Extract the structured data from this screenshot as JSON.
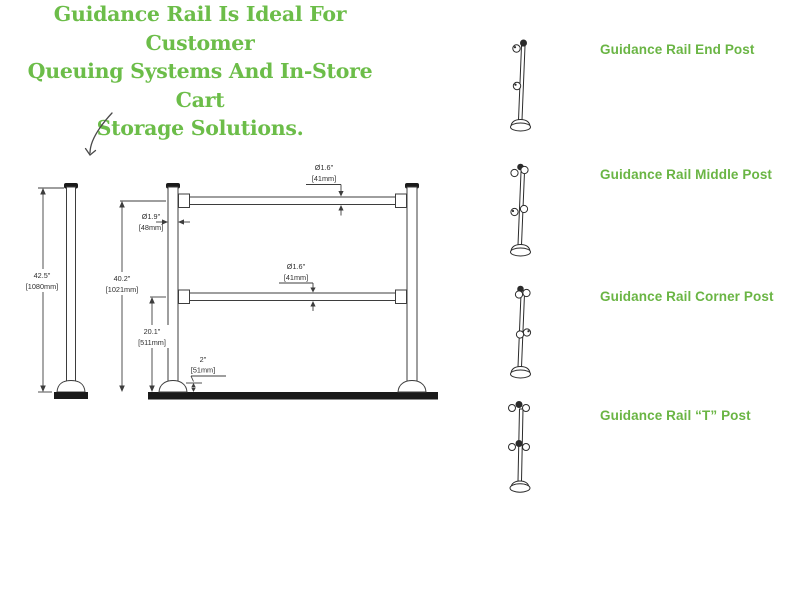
{
  "heading": {
    "lines": [
      "Guidance Rail Is Ideal For Customer",
      "Queuing Systems And In-Store Cart",
      "Storage Solutions."
    ]
  },
  "colors": {
    "heading_green": "#6cbd49",
    "label_green": "#6ab544",
    "drawing_line": "#3d3d3d",
    "solid_black": "#1a1a1a"
  },
  "dimensions": {
    "side_height": {
      "in": "42.5\"",
      "mm": "[1080mm]"
    },
    "top_rail_dia": {
      "in": "Ø1.6\"",
      "mm": "[41mm]"
    },
    "post_dia": {
      "in": "Ø1.9\"",
      "mm": "[48mm]"
    },
    "mid_rail_dia": {
      "in": "Ø1.6\"",
      "mm": "[41mm]"
    },
    "overall_height": {
      "in": "40.2\"",
      "mm": "[1021mm]"
    },
    "mid_rail_height": {
      "in": "20.1\"",
      "mm": "[511mm]"
    },
    "base_height": {
      "in": "2\"",
      "mm": "[51mm]"
    }
  },
  "post_types": [
    {
      "label": "Guidance Rail End Post",
      "icon": "end-post-icon"
    },
    {
      "label": "Guidance Rail Middle Post",
      "icon": "middle-post-icon"
    },
    {
      "label": "Guidance Rail Corner Post",
      "icon": "corner-post-icon"
    },
    {
      "label": "Guidance Rail “T” Post",
      "icon": "t-post-icon"
    }
  ]
}
